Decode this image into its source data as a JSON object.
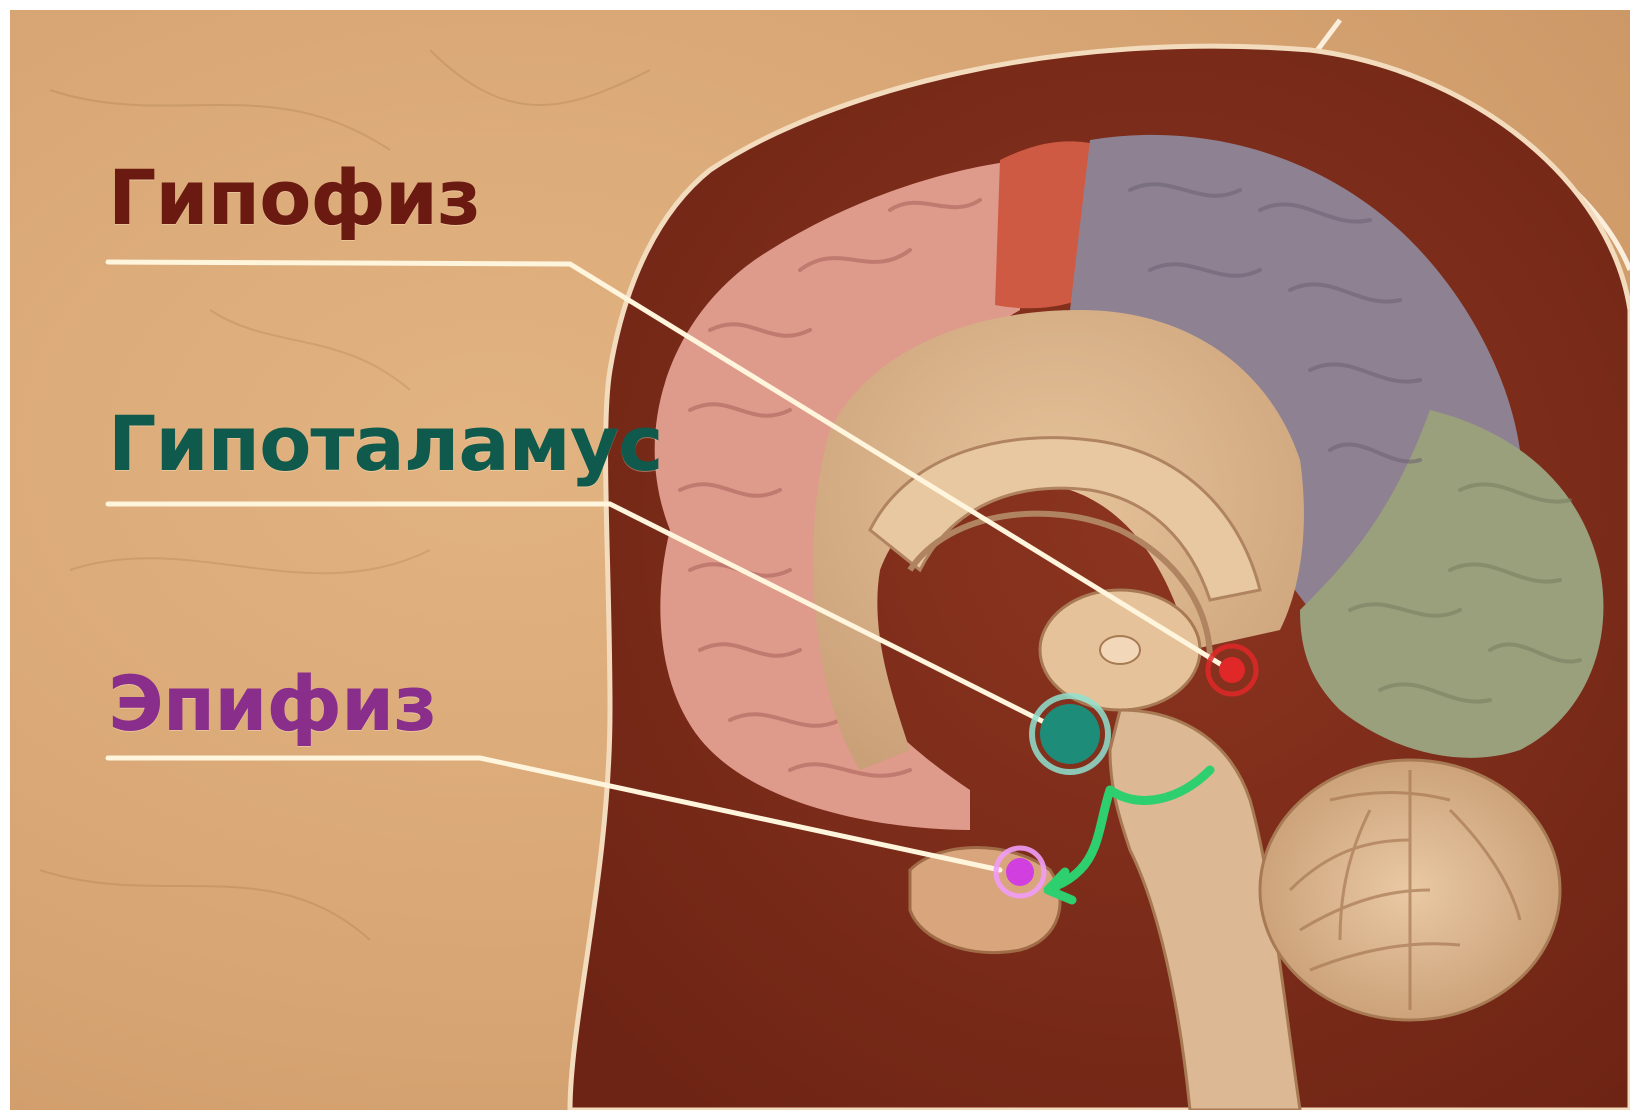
{
  "labels": [
    {
      "id": "pituitary",
      "text": "Гипофиз",
      "color": "#6b1a12",
      "marker_color": "#e02828"
    },
    {
      "id": "hypothalamus",
      "text": "Гипоталамус",
      "color": "#0f5a4c",
      "marker_color": "#1d8c78"
    },
    {
      "id": "pineal",
      "text": "Эпифиз",
      "color": "#8a2e8c",
      "marker_color": "#d23fe0"
    }
  ],
  "colors": {
    "parchment": "#d8a777",
    "head": "#7d2a18",
    "frontal_lobe": "#de9a8a",
    "motor_strip": "#cf5a44",
    "parietal_lobe": "#8e8292",
    "occipital_lobe": "#9aa07c",
    "inner_tissue": "#d9b28a",
    "leader_line": "#fff4dc",
    "arrow": "#2ecf6e"
  },
  "icons": {
    "arrow": "green-curved-arrow-icon"
  }
}
